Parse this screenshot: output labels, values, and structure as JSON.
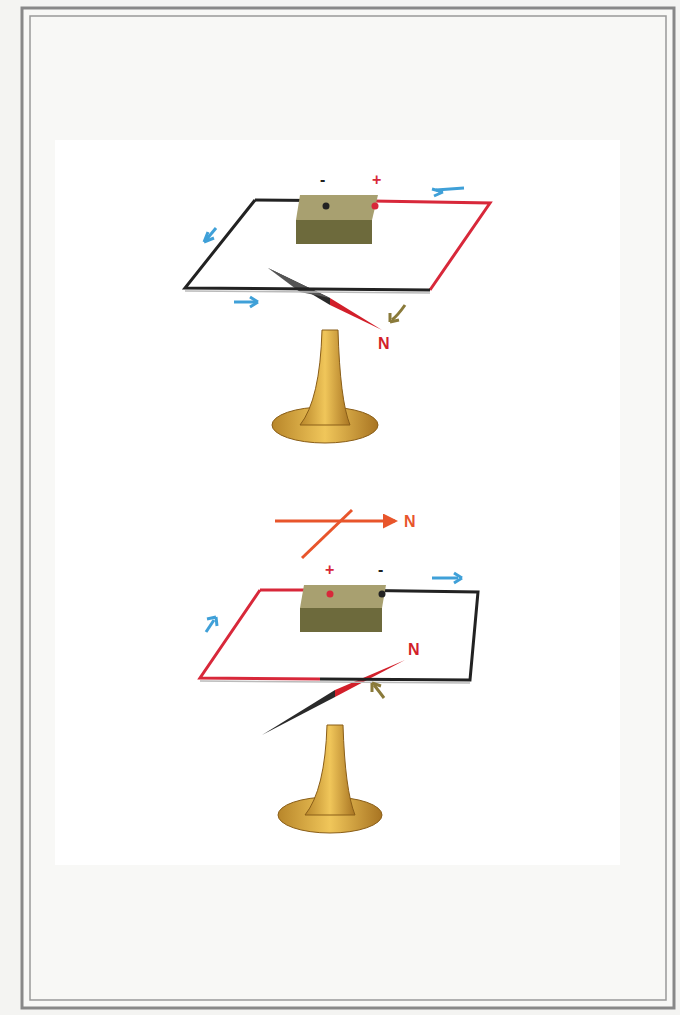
{
  "diagram": {
    "labels": [
      "-",
      "+",
      "N",
      "N",
      "+",
      "-",
      "N"
    ]
  }
}
